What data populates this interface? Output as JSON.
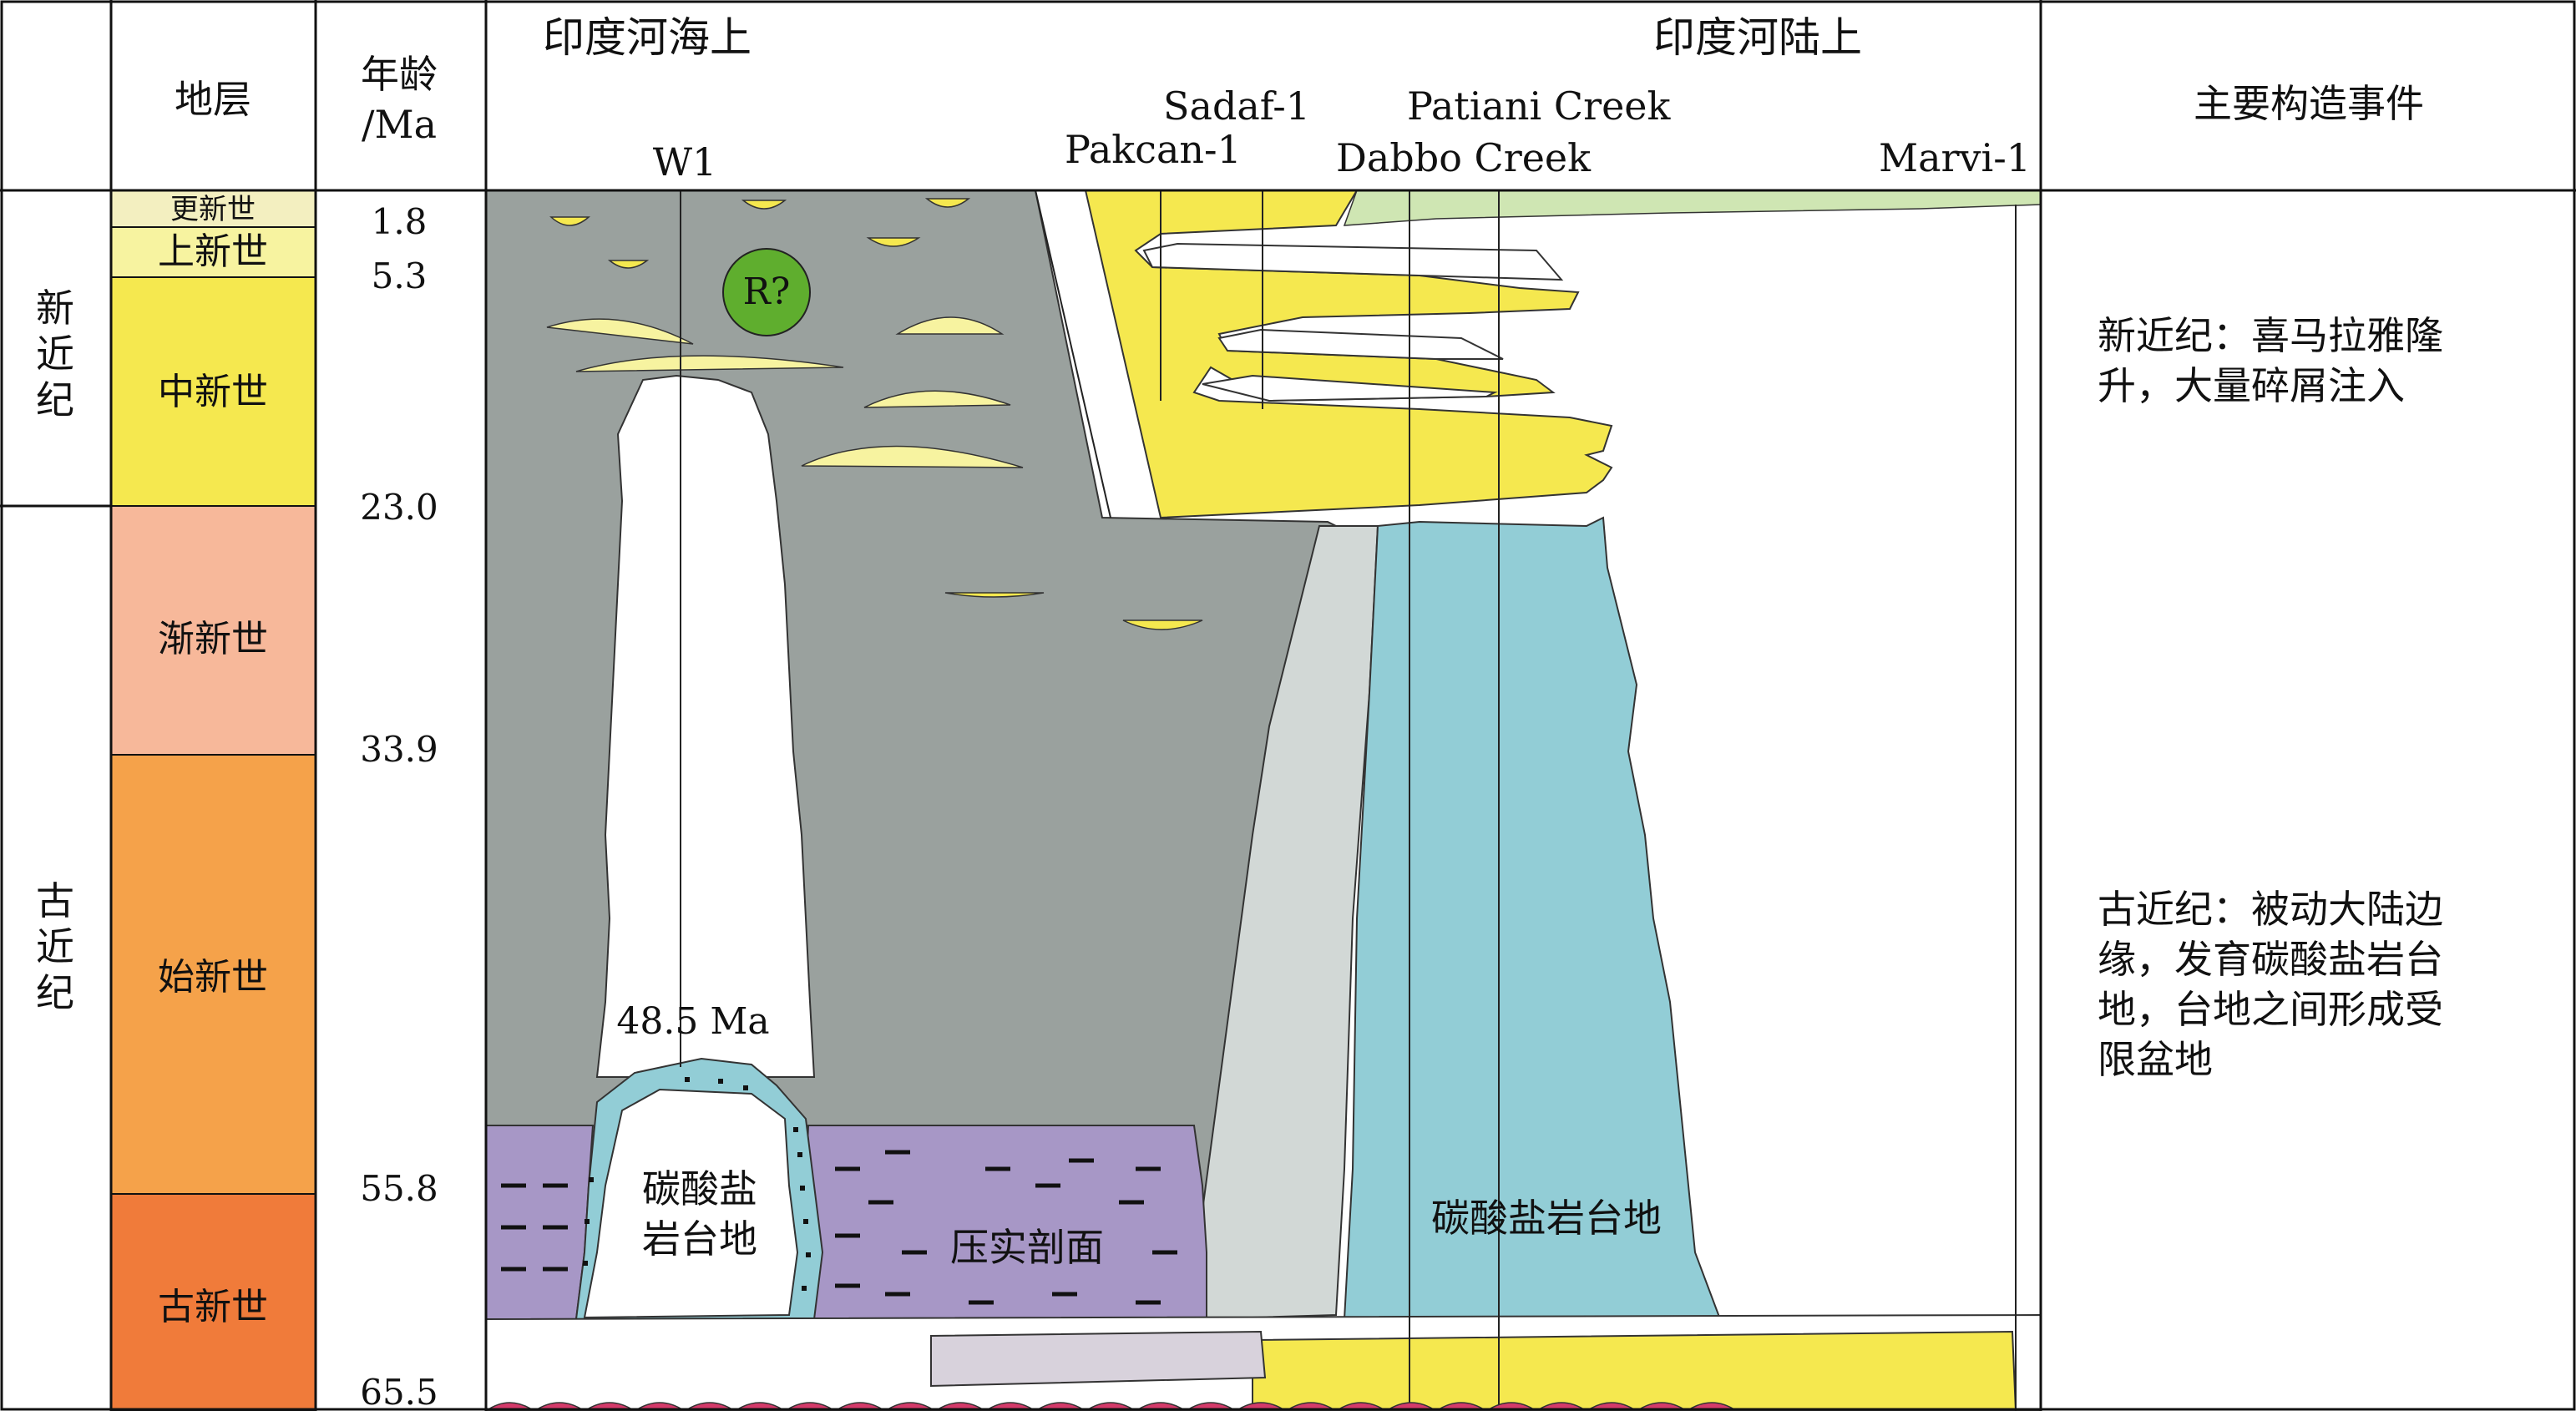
{
  "headers": {
    "stratum": "地层",
    "age_line1": "年龄",
    "age_line2": "/Ma",
    "offshore": "印度河海上",
    "onshore": "印度河陆上",
    "events": "主要构造事件"
  },
  "wells": {
    "w1": "W1",
    "pakcan": "Pakcan-1",
    "sadaf": "Sadaf-1",
    "patiani": "Patiani Creek",
    "dabbo": "Dabbo Creek",
    "marvi": "Marvi-1"
  },
  "periods": {
    "neogene": [
      "新",
      "近",
      "纪"
    ],
    "paleogene": [
      "古",
      "近",
      "纪"
    ]
  },
  "epochs": {
    "pleistocene": "更新世",
    "pliocene": "上新世",
    "miocene": "中新世",
    "oligocene": "渐新世",
    "eocene": "始新世",
    "paleocene": "古新世"
  },
  "ages": {
    "a1": "1.8",
    "a2": "5.3",
    "a3": "23.0",
    "a4": "33.9",
    "a5": "55.8",
    "a6": "65.5"
  },
  "labels": {
    "r_marker": "R?",
    "w1_age": "48.5 Ma",
    "platform_left_1": "碳酸盐",
    "platform_left_2": "岩台地",
    "compaction": "压实剖面",
    "platform_right": "碳酸盐岩台地"
  },
  "events": {
    "neogene": [
      "新近纪：喜马拉雅隆",
      "升，大量碎屑注入"
    ],
    "paleogene": [
      "古近纪：被动大陆边",
      "缘，发育碳酸盐岩台",
      "地，台地之间形成受",
      "限盆地"
    ]
  },
  "colors": {
    "pleistocene": "#f3efc0",
    "pliocene": "#f7f3a0",
    "miocene": "#f5e84f",
    "oligocene": "#f7b89a",
    "eocene": "#f5a24a",
    "paleocene": "#f07b3a",
    "mud": "#9aa19e",
    "sand_yellow": "#f5e84f",
    "carbonate": "#92cdd6",
    "slope": "#d2d8d6",
    "purple": "#a797c6",
    "green_marker": "#5fae2e",
    "top_green": "#cfe6b3"
  }
}
